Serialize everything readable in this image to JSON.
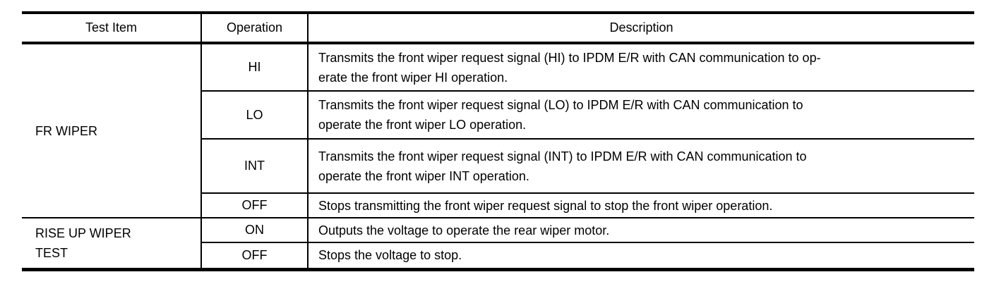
{
  "table": {
    "headers": {
      "test_item": "Test Item",
      "operation": "Operation",
      "description": "Description"
    },
    "groups": [
      {
        "test_item": "FR WIPER",
        "rows": [
          {
            "operation": "HI",
            "description": "Transmits the front wiper request signal (HI) to IPDM E/R with CAN communication to op-\nerate the front wiper HI operation."
          },
          {
            "operation": "LO",
            "description": "Transmits the front wiper request signal (LO) to IPDM E/R with CAN communication to\noperate the front wiper LO operation."
          },
          {
            "operation": "INT",
            "description": "Transmits the front wiper request signal (INT) to IPDM E/R with CAN communication to\noperate the front wiper INT operation."
          },
          {
            "operation": "OFF",
            "description": "Stops transmitting the front wiper request signal to stop the front wiper operation."
          }
        ]
      },
      {
        "test_item": "RISE UP WIPER\nTEST",
        "rows": [
          {
            "operation": "ON",
            "description": "Outputs the voltage to operate the rear wiper motor."
          },
          {
            "operation": "OFF",
            "description": "Stops the voltage to stop."
          }
        ]
      }
    ],
    "colors": {
      "border": "#000000",
      "text": "#000000",
      "background": "#ffffff"
    }
  }
}
